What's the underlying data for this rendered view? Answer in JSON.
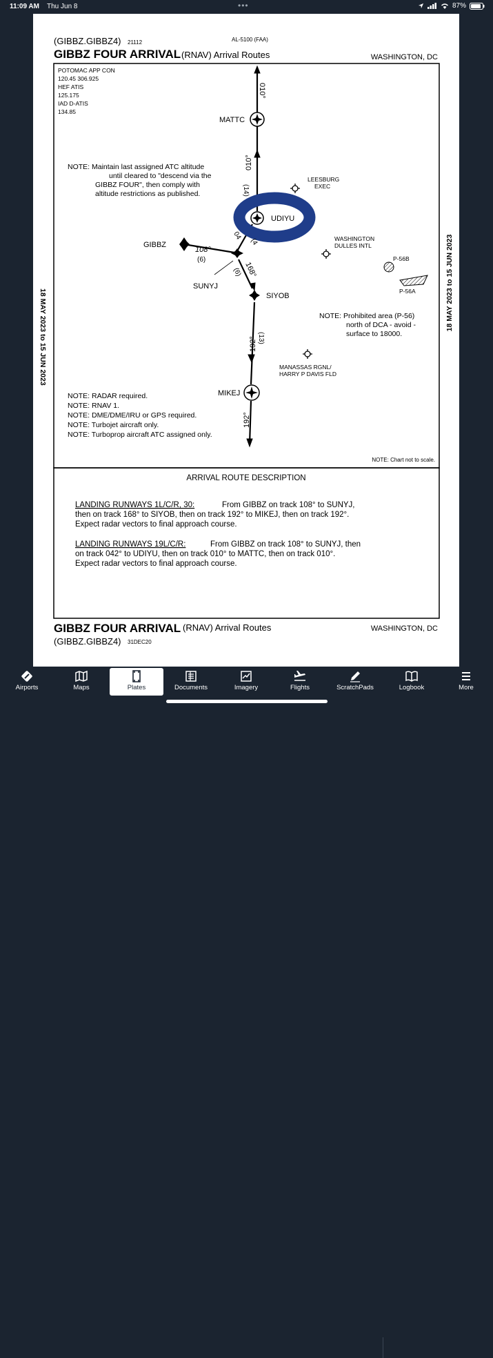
{
  "status_bar": {
    "time": "11:09 AM",
    "date": "Thu Jun 8",
    "battery": "87%"
  },
  "chart": {
    "header_ident": "(GIBBZ.GIBBZ4)",
    "header_number": "21112",
    "agency": "AL-5100 (FAA)",
    "title": "GIBBZ FOUR ARRIVAL",
    "subtitle": "(RNAV) Arrival Routes",
    "location": "WASHINGTON, DC",
    "validity": "18 MAY 2023 to 15 JUN 2023",
    "comms": [
      "POTOMAC APP CON",
      "120.45  306.925",
      "HEF ATIS",
      "125.175",
      "IAD D-ATIS",
      "134.85"
    ],
    "note_descend": [
      "NOTE: Maintain last assigned ATC altitude",
      "until cleared to \"descend via the",
      "GIBBZ FOUR\", then comply with",
      "altitude restrictions as published."
    ],
    "fixes": {
      "mattc": "MATTC",
      "udiyu": "UDIYU",
      "gibbz": "GIBBZ",
      "sunyj": "SUNYJ",
      "siyob": "SIYOB",
      "mikej": "MIKEJ"
    },
    "airports": {
      "leesburg": [
        "LEESBURG",
        "EXEC"
      ],
      "dulles": [
        "WASHINGTON",
        "DULLES INTL"
      ],
      "manassas": [
        "MANASSAS RGNL/",
        "HARRY P DAVIS FLD"
      ]
    },
    "legs": {
      "top_course": "010°",
      "mid_course": "010°",
      "mid_dist": "(14)",
      "udiyu_course": "04",
      "udiyu_dist": "(4",
      "gibbz_course": "108°",
      "gibbz_dist": "(6)",
      "sunyj_course": "168°",
      "sunyj_dist": "(6)",
      "siyob_course": "192°",
      "siyob_dist": "(13)",
      "mikej_course": "192°"
    },
    "prohibited": {
      "p56b": "P-56B",
      "p56a": "P-56A",
      "note": [
        "NOTE: Prohibited area (P-56)",
        "north of DCA - avoid -",
        "surface to 18000."
      ]
    },
    "notes_bottom": [
      "NOTE:  RADAR required.",
      "NOTE:  RNAV 1.",
      "NOTE:  DME/DME/IRU or GPS required.",
      "NOTE:  Turbojet aircraft only.",
      "NOTE:  Turboprop aircraft ATC assigned only."
    ],
    "not_to_scale": "NOTE:  Chart not to scale.",
    "route_desc_title": "ARRIVAL ROUTE DESCRIPTION",
    "route1_label": "LANDING RUNWAYS 1L/C/R, 30:",
    "route1_lines": [
      "From GIBBZ on track 108° to SUNYJ,",
      "then on track 168° to SIYOB, then on track 192° to MIKEJ, then on track 192°.",
      "Expect radar vectors to final approach course."
    ],
    "route2_label": "LANDING RUNWAYS 19L/C/R:",
    "route2_lines": [
      "From GIBBZ on track 108° to SUNYJ, then",
      "on track 042° to UDIYU, then on track 010° to MATTC, then on track 010°.",
      "Expect radar vectors to final approach course."
    ],
    "footer_title": "GIBBZ FOUR ARRIVAL",
    "footer_subtitle": "(RNAV) Arrival Routes",
    "footer_location": "WASHINGTON, DC",
    "footer_ident": "(GIBBZ.GIBBZ4)",
    "footer_date": "31DEC20",
    "highlight_color": "#1f3d8a"
  },
  "tabs": [
    {
      "label": "Airports",
      "icon": "airports-icon"
    },
    {
      "label": "Maps",
      "icon": "maps-icon"
    },
    {
      "label": "Plates",
      "icon": "plates-icon",
      "active": true
    },
    {
      "label": "Documents",
      "icon": "documents-icon"
    },
    {
      "label": "Imagery",
      "icon": "imagery-icon"
    },
    {
      "label": "Flights",
      "icon": "flights-icon"
    },
    {
      "label": "ScratchPads",
      "icon": "scratchpads-icon"
    },
    {
      "label": "Logbook",
      "icon": "logbook-icon"
    },
    {
      "label": "More",
      "icon": "more-icon"
    }
  ]
}
